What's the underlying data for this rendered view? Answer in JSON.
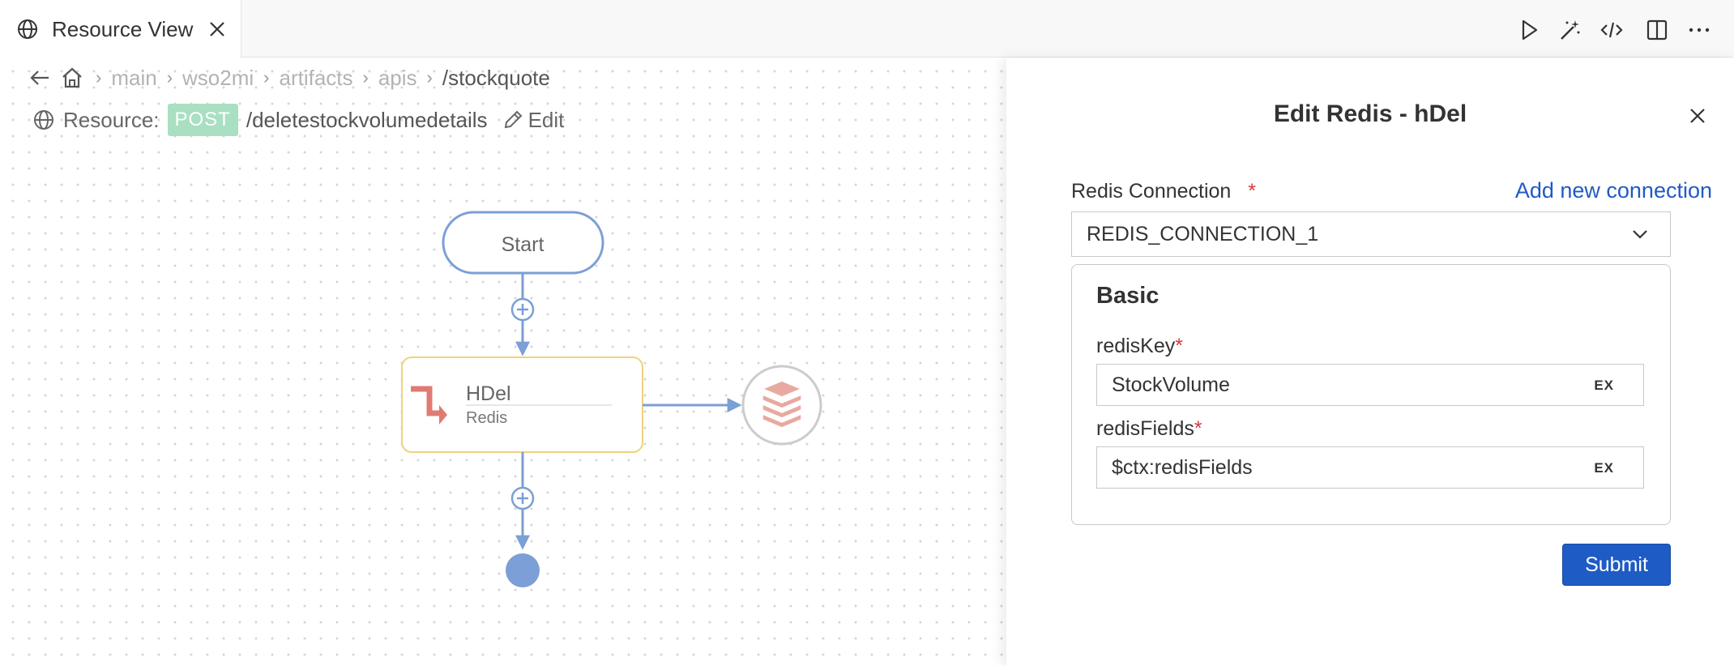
{
  "tab": {
    "title": "Resource View"
  },
  "breadcrumb": [
    "main",
    "wso2mi",
    "artifacts",
    "apis",
    "/stockquote"
  ],
  "resource": {
    "label": "Resource:",
    "method": "POST",
    "path": "/deletestockvolumedetails",
    "edit_label": "Edit"
  },
  "diagram": {
    "start_label": "Start",
    "mediator": {
      "name": "HDel",
      "type": "Redis"
    }
  },
  "panel": {
    "title": "Edit Redis - hDel",
    "connection": {
      "label": "Redis Connection",
      "required": "*",
      "add_link": "Add new connection",
      "value": "REDIS_CONNECTION_1"
    },
    "group_title": "Basic",
    "fields": [
      {
        "label": "redisKey",
        "required": "*",
        "value": "StockVolume",
        "ex": "EX"
      },
      {
        "label": "redisFields",
        "required": "*",
        "value": "$ctx:redisFields",
        "ex": "EX"
      }
    ],
    "submit_label": "Submit"
  },
  "colors": {
    "accent": "#1f5bc4",
    "flow": "#7b9fd6",
    "post_badge": "#a8e0c1",
    "mediator_border": "#f0d37a",
    "mediator_icon": "#e07b74",
    "required": "#d9383a"
  },
  "icons": [
    "globe-icon",
    "close-icon",
    "run-icon",
    "magic-wand-icon",
    "code-icon",
    "split-editor-icon",
    "more-icon",
    "back-arrow-icon",
    "home-icon",
    "pencil-icon",
    "chevron-down-icon",
    "redis-icon",
    "plus-circle-icon"
  ]
}
